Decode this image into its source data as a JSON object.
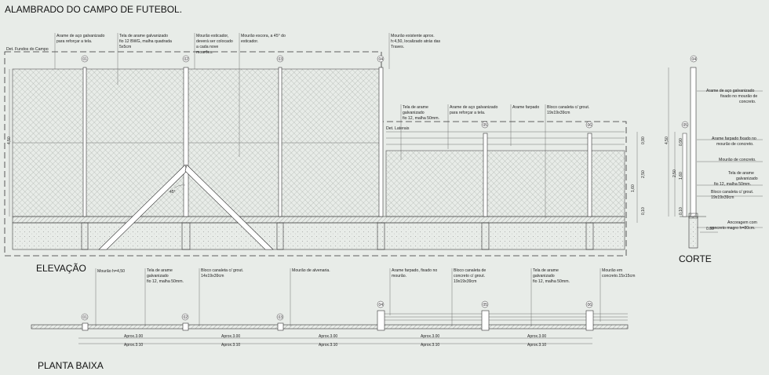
{
  "titles": {
    "main": "ALAMBRADO DO CAMPO DE FUTEBOL.",
    "elevacao": "ELEVAÇÃO",
    "corte": "CORTE",
    "planta": "PLANTA BAIXA"
  },
  "elevation": {
    "det_fundo": "Det. Fundos do Campo",
    "det_laterais": "Det. Laterais",
    "angle": "45°",
    "posts": [
      "01",
      "02",
      "03",
      "04",
      "05",
      "06"
    ],
    "dim_height_left": "4,50",
    "dims_right": [
      "0,90",
      "2,50",
      "1,60",
      "0,10"
    ],
    "notes": [
      [
        "Arame de aço galvanizado",
        "para reforçar a tela."
      ],
      [
        "Tela de arame galvanizado",
        "fio 12 BWG, malha quadrada",
        "5x5cm"
      ],
      [
        "Mourão esticador,",
        "deverá ser colocado",
        "a cada nove",
        "mourões."
      ],
      [
        "Mourão escora, a 45° do",
        "esticador."
      ],
      [
        "Mourão existente aprox.",
        "h:4,50, localizado atrás das",
        "Traves."
      ],
      [
        "Tela de arame",
        "galvanizado",
        "fio 12, malha 50mm."
      ],
      [
        "Arame de aço galvanizado",
        "para reforçar a tela."
      ],
      [
        "Arame farpado"
      ],
      [
        "Bloco canaleta c/ grout.",
        "19x19x39cm"
      ]
    ]
  },
  "corte": {
    "post": "04",
    "post2": "05",
    "dims": [
      "4,50",
      "2,50",
      "0,90",
      "1,60",
      "0,10"
    ],
    "level": "0.00",
    "notes": [
      [
        "Arame de aço galvanizado",
        "fixado no mourão de",
        "concreto."
      ],
      [
        "Arame farpado fixado no",
        "mourão de concreto."
      ],
      [
        "Mourão de concreto."
      ],
      [
        "Tela de arame",
        "galvanizado",
        "fio 12, malha 50mm."
      ],
      [
        "Bloco canaleta c/ grout.",
        "19x19x39cm"
      ],
      [
        "Ancoragem com",
        "concreto magro h=80cm."
      ]
    ]
  },
  "plan": {
    "posts": [
      "01",
      "02",
      "03",
      "04",
      "05",
      "06"
    ],
    "notes": [
      [
        "Mourão h=4,50"
      ],
      [
        "Tela de arame",
        "galvanizado",
        "fio 12, malha 50mm."
      ],
      [
        "Bloco canaleta c/ grout.",
        "14x19x39cm"
      ],
      [
        "Mourão de alvenaria."
      ],
      [
        "Arame farpado, fixado no",
        "mourão."
      ],
      [
        "Bloco canaleta de",
        "concreto c/ grout.",
        "19x19x39cm"
      ],
      [
        "Tela de arame",
        "galvanizado",
        "fio 12, malha 50mm."
      ],
      [
        "Mourão em",
        "concreto.15x15cm"
      ]
    ],
    "dims_top": [
      "Aprox.3.00",
      "Aprox.3.00",
      "Aprox.3.00",
      "Aprox.3.00",
      "Aprox.3.00"
    ],
    "dims_bottom": [
      "Aprox.3.10",
      "Aprox.3.10",
      "Aprox.3.10",
      "Aprox.3.10",
      "Aprox.3.10"
    ]
  }
}
